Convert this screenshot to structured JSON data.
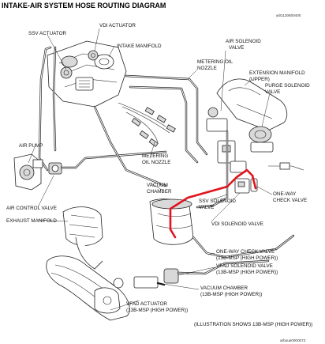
{
  "title": "INTAKE-AIR SYSTEM HOSE ROUTING DIAGRAM",
  "figure_code_top": "ai01130800400",
  "figure_code_bottom": "arboue0000073",
  "highlight_color": "#e0141e",
  "labels": {
    "ssv_actuator": "SSV ACTUATOR",
    "vdi_actuator": "VDI ACTUATOR",
    "intake_manifold": "INTAKE MANIFOLD",
    "air_solenoid_valve_1": "AIR SOLENOID",
    "air_solenoid_valve_2": "VALVE",
    "metering_oil_nozzle_top_1": "METERING OIL",
    "metering_oil_nozzle_top_2": "NOZZLE",
    "extension_manifold_1": "EXTENSION MANIFOLD",
    "extension_manifold_2": "(UPPER)",
    "purge_solenoid_valve_1": "PURGE SOLENOID",
    "purge_solenoid_valve_2": "VALVE",
    "air_pump": "AIR PUMP",
    "metering_oil_nozzle_mid_1": "METERING",
    "metering_oil_nozzle_mid_2": "OIL NOZZLE",
    "vacuum_chamber_1": "VACUUM",
    "vacuum_chamber_2": "CHAMBER",
    "one_way_check_valve_1": "ONE-WAY",
    "one_way_check_valve_2": "CHECK VALVE",
    "ssv_solenoid_valve_1": "SSV SOLENOID",
    "ssv_solenoid_valve_2": "VALVE",
    "air_control_valve": "AIR CONTROL VALVE",
    "exhaust_manifold": "EXHAUST MANIFOLD",
    "vdi_solenoid_valve": "VDI SOLENOID VALVE",
    "ow_check_valve_hp_1": "ONE-WAY CHECK VALVE",
    "ow_check_valve_hp_2": "(13B-MSP (HIGH POWER))",
    "vfad_solenoid_valve_1": "VFAD SOLENOID VALVE",
    "vfad_solenoid_valve_2": "(13B-MSP (HIGH POWER))",
    "vacuum_chamber_hp_1": "VACUUM CHAMBER",
    "vacuum_chamber_hp_2": "(13B-MSP (HIGH POWER))",
    "vfad_actuator_1": "VFAD ACTUATOR",
    "vfad_actuator_2": "(13B-MSP (HIGH POWER))",
    "illustration_note": "(ILLUSTRATION SHOWS 13B-MSP (HIGH POWER))"
  }
}
